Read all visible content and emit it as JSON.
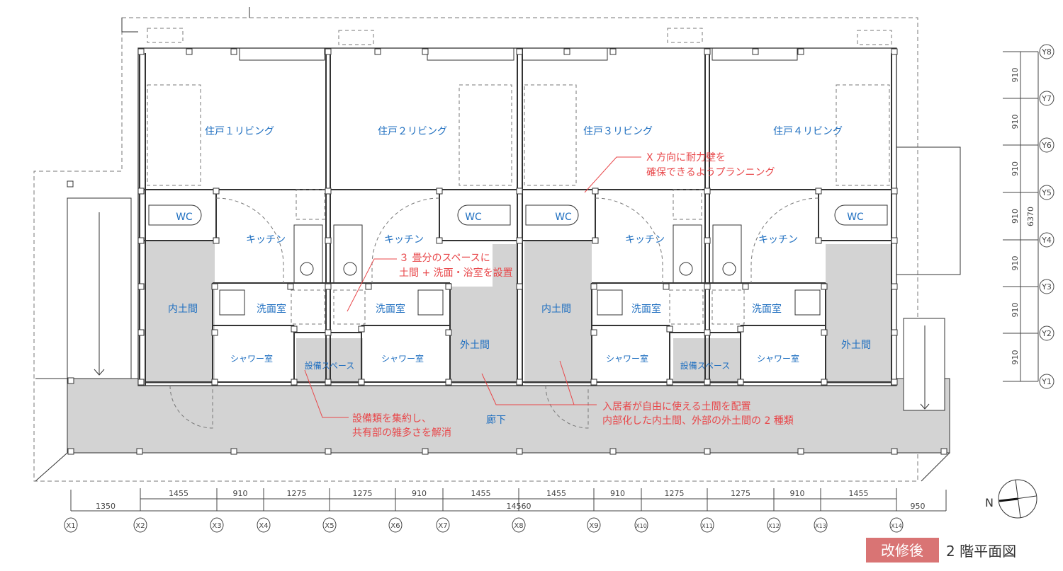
{
  "rooms": {
    "living": [
      "住戸１リビング",
      "住戸２リビング",
      "住戸３リビング",
      "住戸４リビング"
    ],
    "wc": "WC",
    "kitchen": "キッチン",
    "inner_doma": "内土間",
    "outer_doma": "外土間",
    "washroom": "洗面室",
    "shower": "シャワー室",
    "equipment": "設備スペース",
    "corridor": "廊下"
  },
  "annotations": {
    "wall": [
      "X 方向に耐力壁を",
      "確保できるようプランニング"
    ],
    "space": [
      "３ 畳分のスペースに",
      "土間 + 洗面・浴室を設置"
    ],
    "equip": [
      "設備類を集約し、",
      "共有部の雑多さを解消"
    ],
    "doma": [
      "入居者が自由に使える土間を配置",
      "内部化した内土間、外部の外土間の 2 種類"
    ]
  },
  "dimensions": {
    "top_chain": [
      "1455",
      "910",
      "1275",
      "1275",
      "910",
      "1455",
      "1455",
      "910",
      "1275",
      "1275",
      "910",
      "1455"
    ],
    "left": "1350",
    "total": "14560",
    "right": "950",
    "y_chain": [
      "910",
      "910",
      "910",
      "910",
      "910",
      "910",
      "910"
    ],
    "y_total": "6370"
  },
  "axes": {
    "x": [
      "X1",
      "X2",
      "X3",
      "X4",
      "X5",
      "X6",
      "X7",
      "X8",
      "X9",
      "X10",
      "X11",
      "X12",
      "X13",
      "X14"
    ],
    "y": [
      "Y8",
      "Y7",
      "Y6",
      "Y5",
      "Y4",
      "Y3",
      "Y2",
      "Y1"
    ]
  },
  "north_label": "N",
  "title": {
    "badge": "改修後",
    "text": "2 階平面図",
    "badge_color": "#d97474"
  },
  "colors": {
    "room_label": "#1f6fc0",
    "annotation": "#e8474a"
  }
}
